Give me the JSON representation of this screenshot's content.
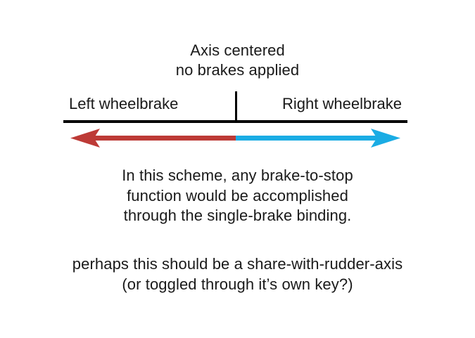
{
  "page": {
    "background_color": "#ffffff",
    "text_color": "#1a1a1a"
  },
  "diagram": {
    "caption": {
      "line1": "Axis centered",
      "line2": "no brakes applied"
    },
    "axis": {
      "left_label": "Left wheelbrake",
      "right_label": "Right wheelbrake",
      "center_tick_label": "",
      "rule_color": "#000000",
      "left_arrow_color": "#bd3a36",
      "right_arrow_color": "#1aace4",
      "left_arrow_direction": "left",
      "right_arrow_direction": "right",
      "center_split_percent": 50
    }
  },
  "notes": {
    "paragraph1": {
      "line1": "In this scheme, any brake-to-stop",
      "line2": "function would be accomplished",
      "line3": "through the single-brake binding."
    },
    "paragraph2": {
      "line1": "perhaps this should be a share-with-rudder-axis",
      "line2": "(or toggled through it’s own key?)"
    }
  }
}
